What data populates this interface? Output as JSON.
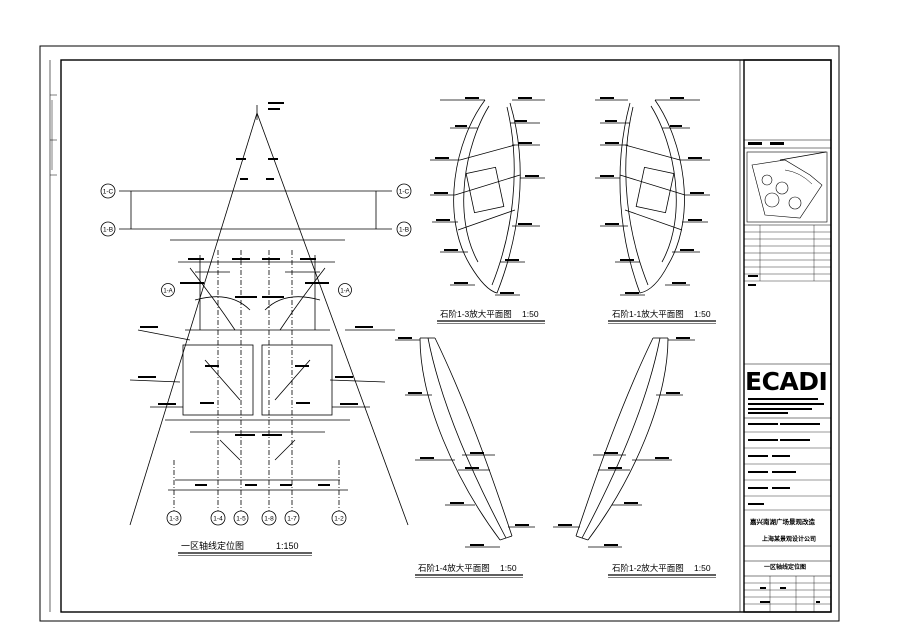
{
  "drawing_titles": {
    "main_plan": "一区轴线定位图",
    "main_plan_scale": "1:150",
    "detail_tl": "石阶1-3放大平面图",
    "detail_tl_scale": "1:50",
    "detail_tr": "石阶1-1放大平面图",
    "detail_tr_scale": "1:50",
    "detail_bl": "石阶1-4放大平面图",
    "detail_bl_scale": "1:50",
    "detail_br": "石阶1-2放大平面图",
    "detail_br_scale": "1:50"
  },
  "axes": {
    "row_c": "1-C",
    "row_b": "1-B",
    "row_a": "1-A",
    "col_3": "1-3",
    "col_4": "1-4",
    "col_5": "1-5",
    "col_8": "1-8",
    "col_7": "1-7",
    "col_2": "1-2"
  },
  "title_block": {
    "logo": "ECADI",
    "project": "嘉兴南湖广场景观改造",
    "subproject": "上海某景观设计公司",
    "drawing_name": "一区轴线定位图"
  },
  "colors": {
    "line": "#000000",
    "background": "#ffffff"
  }
}
